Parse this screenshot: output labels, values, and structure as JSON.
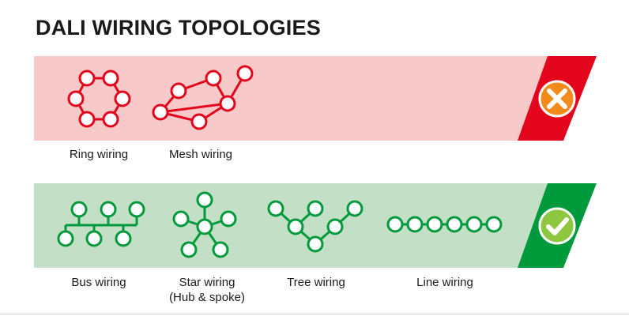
{
  "title": "DALI WIRING TOPOLOGIES",
  "colors": {
    "bad_band": "#f8c9c9",
    "bad_accent": "#e3051b",
    "bad_badge": "#f28a1c",
    "good_band": "#c3e0c6",
    "good_accent": "#009a3d",
    "good_badge": "#8dc63f"
  },
  "bad_row": {
    "status_icon": "cross-icon",
    "topologies": [
      {
        "id": "ring",
        "label": "Ring wiring"
      },
      {
        "id": "mesh",
        "label": "Mesh wiring"
      }
    ]
  },
  "good_row": {
    "status_icon": "check-icon",
    "topologies": [
      {
        "id": "bus",
        "label": "Bus wiring"
      },
      {
        "id": "star",
        "label": "Star wiring",
        "label_line2": "(Hub & spoke)"
      },
      {
        "id": "tree",
        "label": "Tree wiring"
      },
      {
        "id": "line",
        "label": "Line wiring"
      }
    ]
  }
}
